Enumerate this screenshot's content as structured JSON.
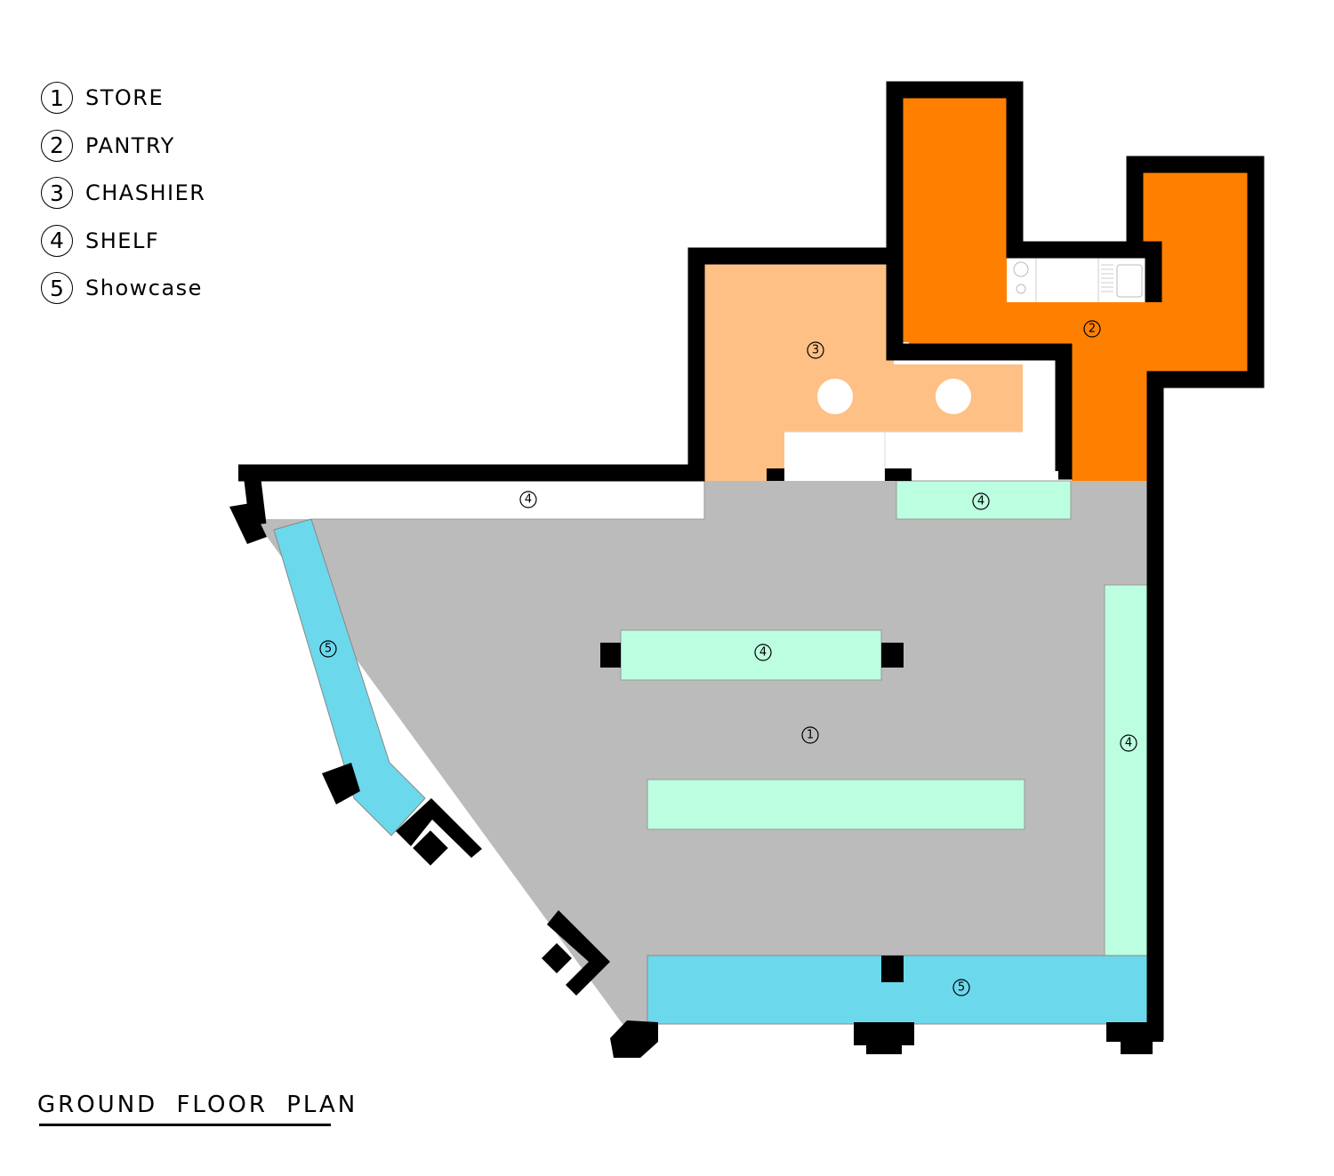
{
  "legend": [
    {
      "num": "1",
      "label": "STORE"
    },
    {
      "num": "2",
      "label": "PANTRY"
    },
    {
      "num": "3",
      "label": "CHASHIER"
    },
    {
      "num": "4",
      "label": "SHELF"
    },
    {
      "num": "5",
      "label": "Showcase"
    }
  ],
  "title": "GROUND FLOOR PLAN",
  "tags": {
    "store": "1",
    "pantry": "2",
    "cashier": "3",
    "shelf": "4",
    "showcase": "5"
  },
  "colors": {
    "wall": "#000000",
    "store": "#bbbbbb",
    "pantry": "#ff8000",
    "cashier": "#fec085",
    "shelf": "#bcfee0",
    "showcase": "#6cd8ec",
    "fixture": "#ffffff"
  }
}
